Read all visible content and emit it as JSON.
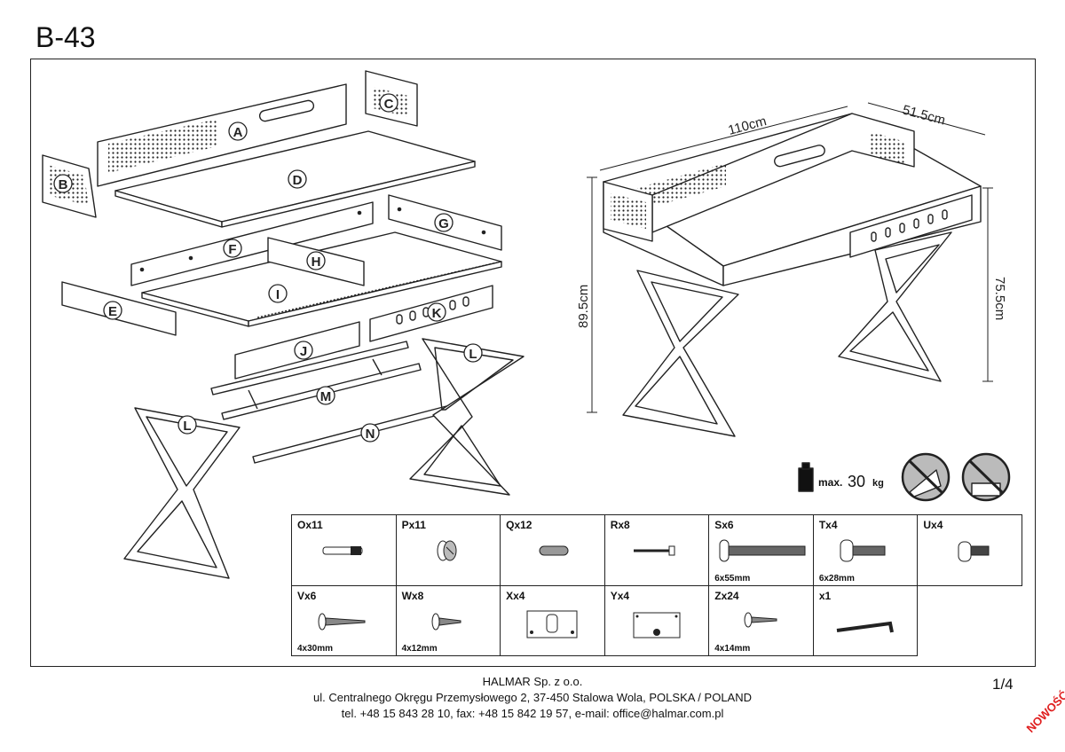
{
  "title": "B-43",
  "parts": [
    "A",
    "B",
    "C",
    "D",
    "E",
    "F",
    "G",
    "H",
    "I",
    "J",
    "K",
    "L",
    "M",
    "N"
  ],
  "dimensions": {
    "width": "110cm",
    "depth": "51.5cm",
    "height_total": "89.5cm",
    "height_top": "75.5cm"
  },
  "max_load": {
    "label": "max.",
    "value": "30",
    "unit": "kg"
  },
  "hardware": [
    {
      "code": "Ox11",
      "size": ""
    },
    {
      "code": "Px11",
      "size": ""
    },
    {
      "code": "Qx12",
      "size": ""
    },
    {
      "code": "Rx8",
      "size": ""
    },
    {
      "code": "Sx6",
      "size": "6x55mm"
    },
    {
      "code": "Tx4",
      "size": "6x28mm"
    },
    {
      "code": "Ux4",
      "size": ""
    },
    {
      "code": "Vx6",
      "size": "4x30mm"
    },
    {
      "code": "Wx8",
      "size": "4x12mm"
    },
    {
      "code": "Xx4",
      "size": ""
    },
    {
      "code": "Yx4",
      "size": ""
    },
    {
      "code": "Zx24",
      "size": "4x14mm"
    },
    {
      "code": "x1",
      "size": ""
    }
  ],
  "footer": {
    "company": "HALMAR Sp. z o.o.",
    "address": "ul. Centralnego Okręgu Przemysłowego 2, 37-450 Stalowa Wola, POLSKA / POLAND",
    "contact": "tel. +48 15 843 28 10, fax: +48 15 842 19 57, e-mail: office@halmar.com.pl"
  },
  "page": "1/4",
  "stamp": "NOWOŚĆ"
}
